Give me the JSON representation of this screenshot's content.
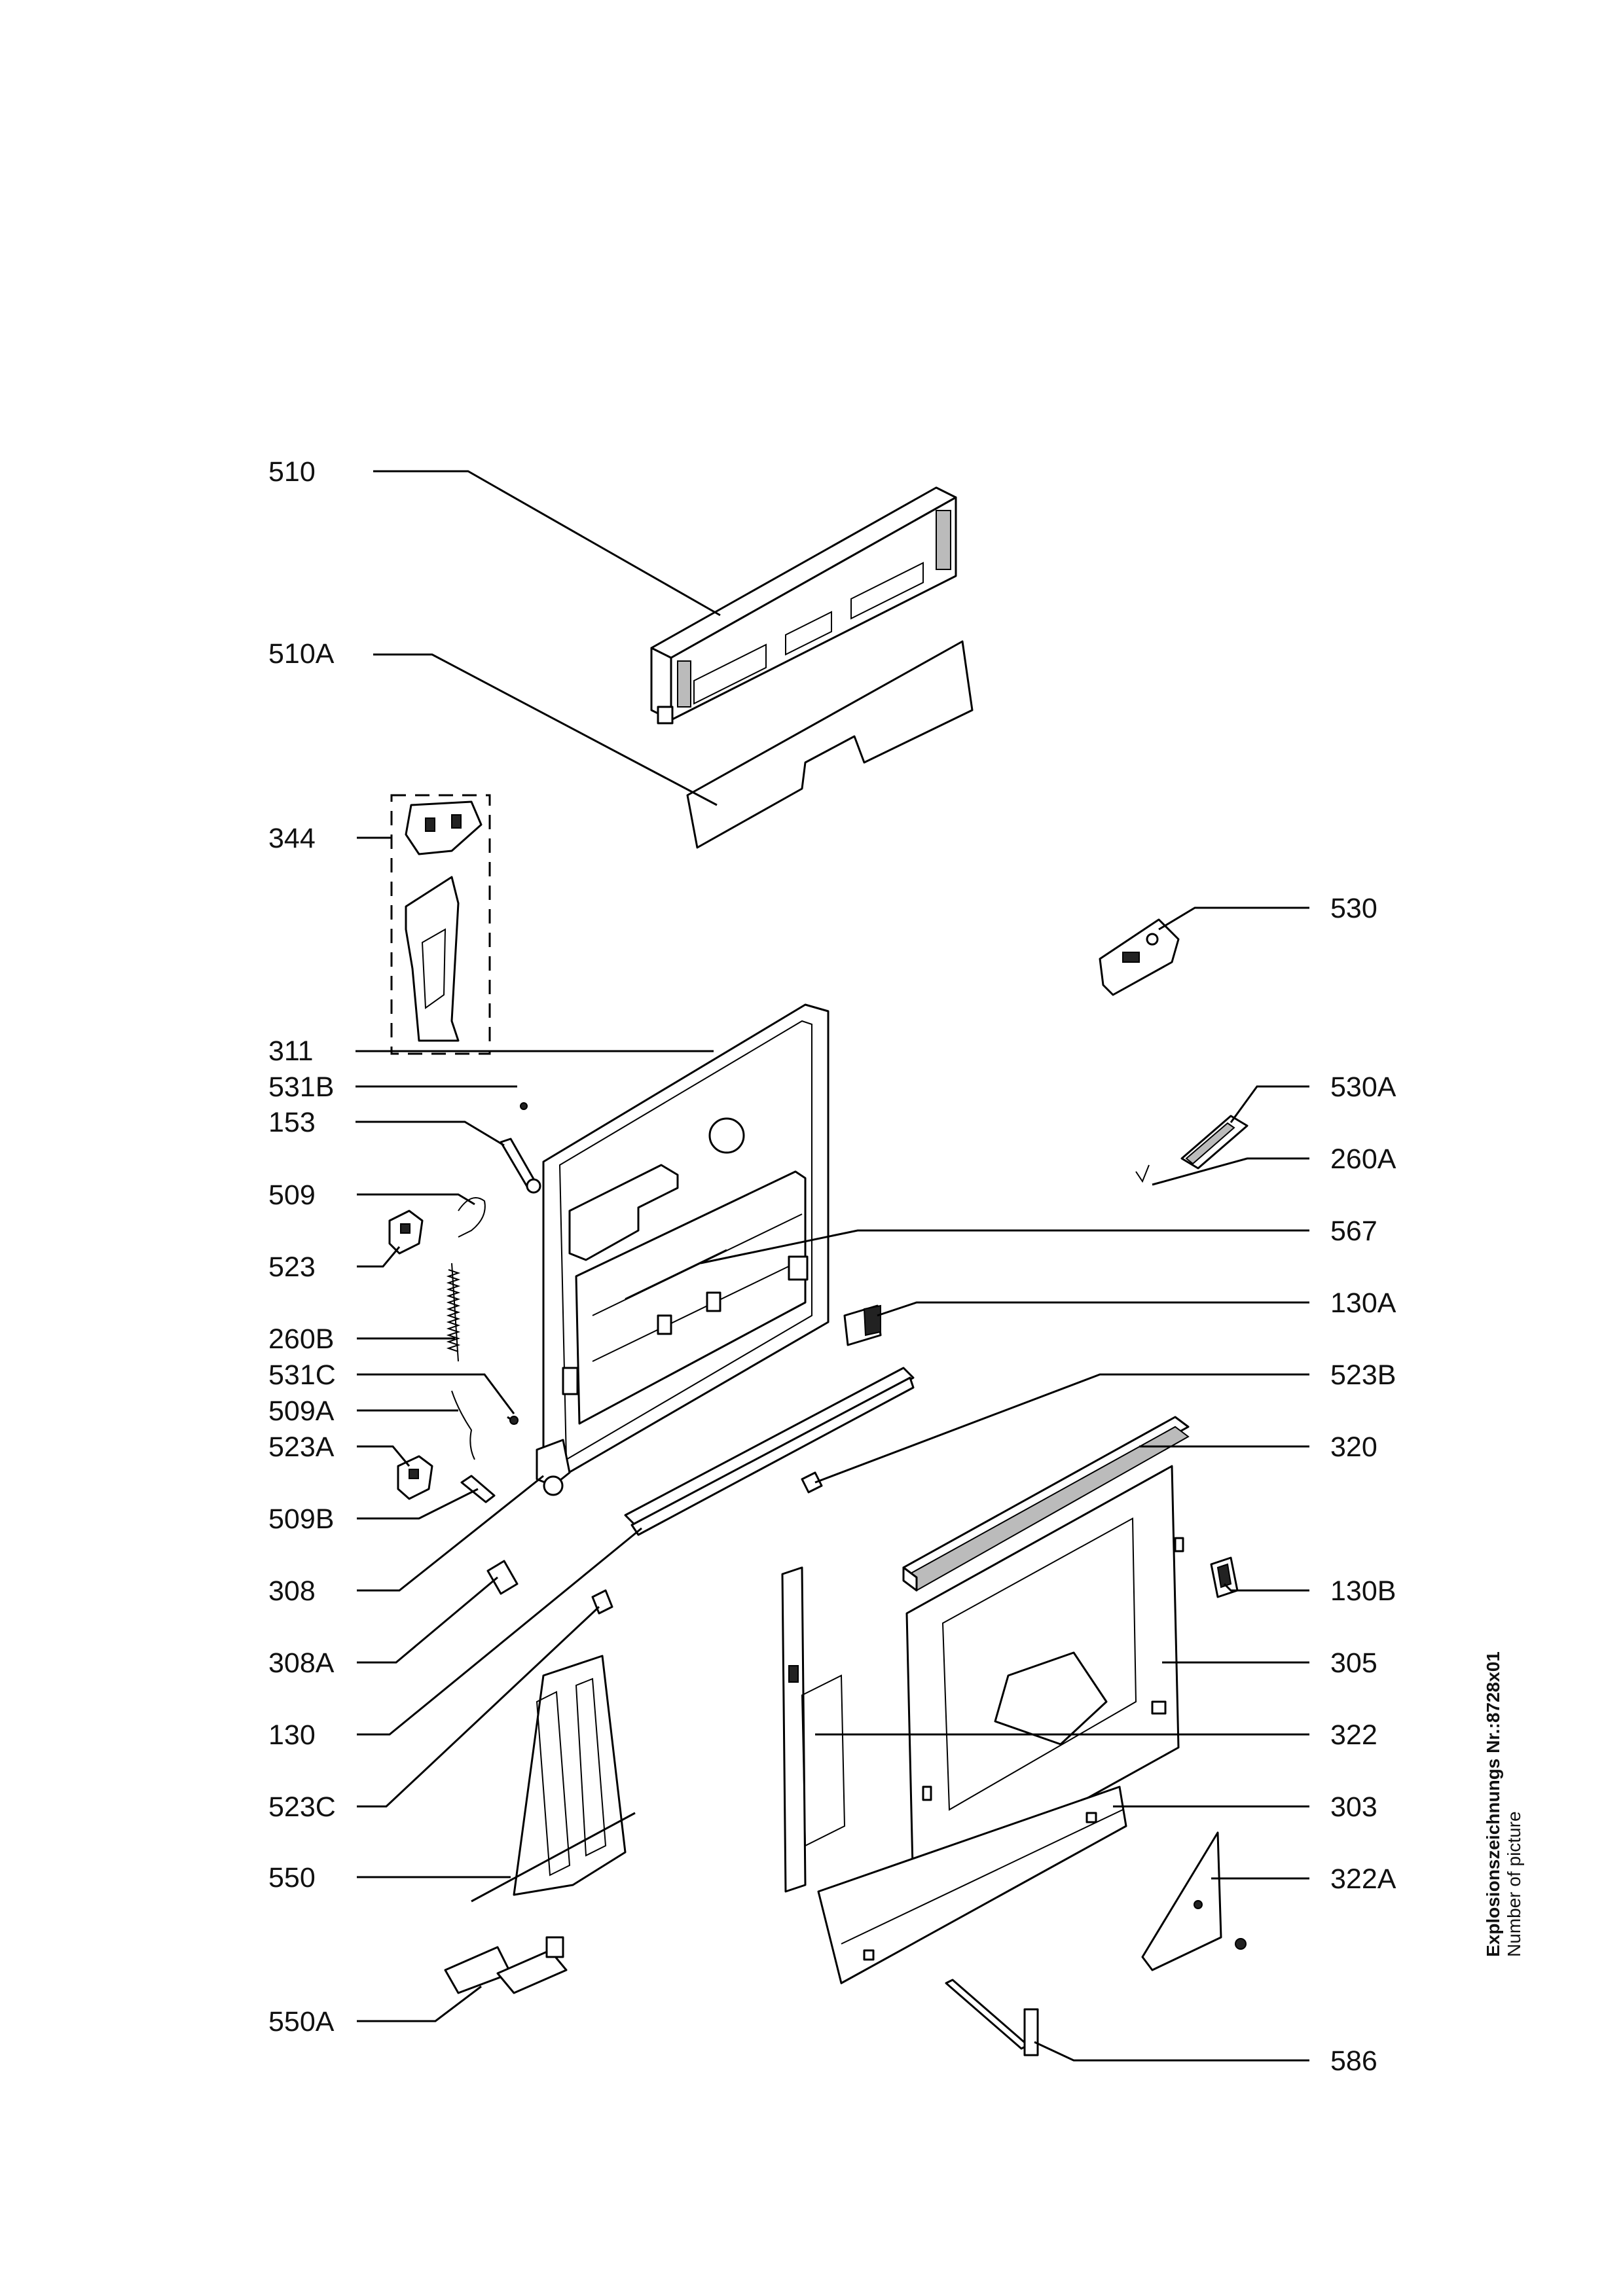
{
  "callouts": {
    "c510": "510",
    "c510A": "510A",
    "c344": "344",
    "c530": "530",
    "c311": "311",
    "c531B": "531B",
    "c153": "153",
    "c530A": "530A",
    "c260A": "260A",
    "c509": "509",
    "c567": "567",
    "c523": "523",
    "c130A": "130A",
    "c260B": "260B",
    "c531C": "531C",
    "c523B": "523B",
    "c509A": "509A",
    "c523A": "523A",
    "c320": "320",
    "c509B": "509B",
    "c308": "308",
    "c130B": "130B",
    "c308A": "308A",
    "c305": "305",
    "c130": "130",
    "c322": "322",
    "c523C": "523C",
    "c303": "303",
    "c550": "550",
    "c322A": "322A",
    "c550A": "550A",
    "c586": "586"
  },
  "side_note": {
    "line1": "Explosionszeichnungs Nr.:8728x01",
    "line2": "Number of picture"
  }
}
